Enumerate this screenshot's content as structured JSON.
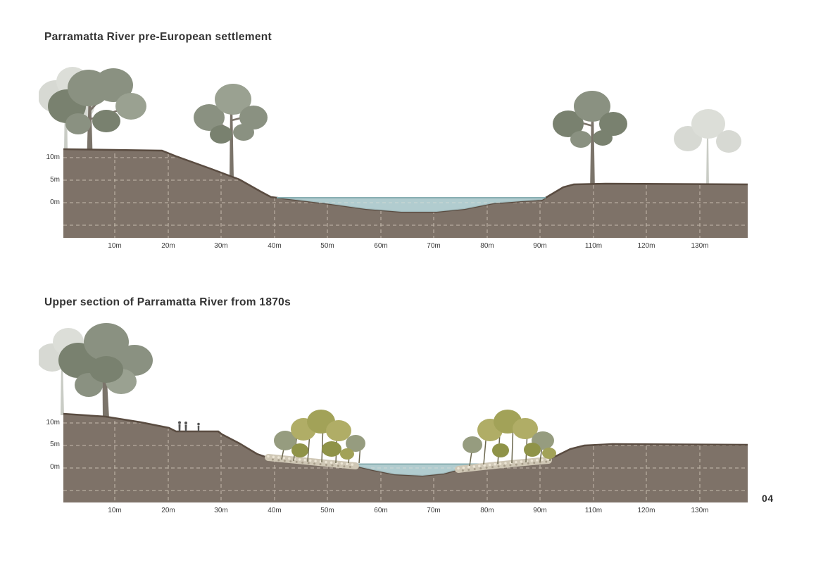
{
  "page": {
    "number": "04",
    "background": "#ffffff"
  },
  "sections": [
    {
      "title": "Parramatta River pre-European settlement",
      "y_axis": [
        "10m",
        "5m",
        "0m"
      ],
      "x_axis": [
        "10m",
        "20m",
        "30m",
        "40m",
        "50m",
        "60m",
        "70m",
        "80m",
        "90m",
        "110m",
        "120m",
        "130m"
      ]
    },
    {
      "title": "Upper section of Parramatta River from 1870s",
      "y_axis": [
        "10m",
        "5m",
        "0m"
      ],
      "x_axis": [
        "10m",
        "20m",
        "30m",
        "40m",
        "50m",
        "60m",
        "70m",
        "80m",
        "90m",
        "110m",
        "120m",
        "130m"
      ]
    }
  ],
  "colors": {
    "soil": "#7e7268",
    "soil_surface_line": "#5a4c41",
    "soil_grid_dash": "#ded5c6",
    "water": "#a9c7ca",
    "water_surface_line": "#88aeb2",
    "tree_green": "#8a9181",
    "tree_green_dark": "#79816f",
    "tree_green_light": "#9aa191",
    "tree_ghost": "#d7d9d3",
    "trunk": "#7b746a",
    "mangrove_olive": "#b0ad66",
    "mangrove_olive_dark": "#a2a258",
    "mangrove_green": "#969c7f",
    "rock_band": "#cfc7b5",
    "text": "#3a3a3a"
  }
}
